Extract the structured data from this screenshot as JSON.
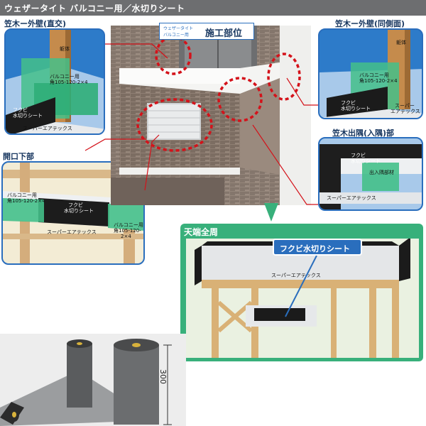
{
  "header": {
    "title": "ウェザータイト バルコニー用／水切りシート"
  },
  "location_tag": {
    "small_line1": "ウェザータイト",
    "small_line2": "バルコニー用",
    "main": "施工部位"
  },
  "sections": {
    "top_left": {
      "title": "笠木ー外壁(直交)",
      "labels": {
        "frame": "躯体",
        "balcony_sheet": "バルコニー用",
        "balcony_code": "角105-120-2×4",
        "fukubi1": "フクビ",
        "fukubi2": "水切りシート",
        "super": "スーパーエアテックス"
      }
    },
    "top_right": {
      "title": "笠木ー外壁(同側面)",
      "labels": {
        "frame": "躯体",
        "balcony_sheet": "バルコニー用",
        "balcony_code": "角105-120-2×4",
        "fukubi1": "フクビ",
        "fukubi2": "水切りシート",
        "super1": "スーパー",
        "super2": "エアテックス"
      }
    },
    "mid_right": {
      "title": "笠木出隅(入隅)部",
      "labels": {
        "fukubi1": "フクビ",
        "fukubi2": "水切りシート",
        "corner": "出入隅部材",
        "super": "スーパーエアテックス"
      }
    },
    "mid_left": {
      "title": "開口下部",
      "labels": {
        "balcony_sheet": "バルコニー用",
        "balcony_code": "角105-120-2×4",
        "fukubi1": "フクビ",
        "fukubi2": "水切りシート",
        "balcony_sheet_r": "バルコニー用",
        "balcony_code_r1": "角105-120-",
        "balcony_code_r2": "2×4",
        "super": "スーパーエアテックス"
      }
    },
    "bottom_right": {
      "title": "天端全周",
      "callout": "フクビ水切りシート",
      "labels": {
        "super": "スーパーエアテックス"
      }
    }
  },
  "photo": {
    "dimension": "300"
  },
  "colors": {
    "accent_blue": "#2a6ebd",
    "title_navy": "#17365f",
    "green": "#38b07b",
    "callout_red": "#d4121a",
    "header_gray": "#6d6e70"
  }
}
